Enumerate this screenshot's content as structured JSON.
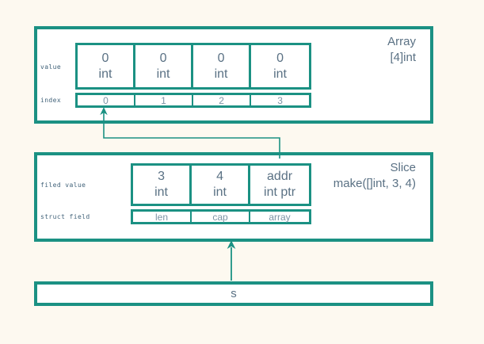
{
  "diagram": {
    "title_hidden": "",
    "background_color": "#fdf9f0",
    "accent_color": "#1b9183",
    "text_color": "#5a7184"
  },
  "array_section": {
    "row_labels": {
      "value": "value",
      "index": "index"
    },
    "title_line1": "Array",
    "title_line2": "[4]int",
    "values": [
      {
        "value": "0",
        "type": "int",
        "index": "0"
      },
      {
        "value": "0",
        "type": "int",
        "index": "1"
      },
      {
        "value": "0",
        "type": "int",
        "index": "2"
      },
      {
        "value": "0",
        "type": "int",
        "index": "3"
      }
    ]
  },
  "slice_section": {
    "row_labels": {
      "value": "filed value",
      "field": "struct field"
    },
    "title_line1": "Slice",
    "title_line2": "make([]int, 3, 4)",
    "fields": [
      {
        "value": "3",
        "type": "int",
        "field": "len"
      },
      {
        "value": "4",
        "type": "int",
        "field": "cap"
      },
      {
        "value": "addr",
        "type": "int ptr",
        "field": "array"
      }
    ]
  },
  "variable_section": {
    "name": "s"
  },
  "connectors": [
    {
      "name": "array-pointer-to-index0",
      "from": "slice.array",
      "to": "array.index0"
    },
    {
      "name": "variable-pointer-to-slice",
      "from": "variable.s",
      "to": "slice"
    }
  ]
}
